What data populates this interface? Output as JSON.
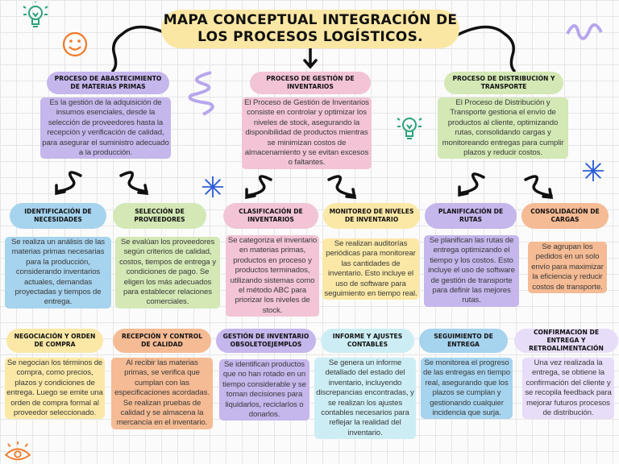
{
  "title": "MAPA CONCEPTUAL INTEGRACIÓN DE LOS PROCESOS LOGÍSTICOS.",
  "colors": {
    "title": "#fbe7a4",
    "purple": "#c5b6ec",
    "pink": "#f2c4d6",
    "green": "#d3e8b5",
    "blue": "#a6d3ee",
    "yellow": "#fbe8a6",
    "orange": "#f5bb94",
    "light_purple": "#e7ddf8",
    "cyan": "#ccedf4"
  },
  "decorations": [
    "lightbulb-icon",
    "smiley-icon",
    "eye-icon",
    "star-icon",
    "squiggle-icon"
  ],
  "processes": [
    {
      "header": "Proceso de abastecimiento de materias primas",
      "text": "Es la gestión de la adquisición de insumos esenciales, desde la selección de proveedores hasta la recepción y verificación de calidad, para asegurar el suministro adecuado a la producción."
    },
    {
      "header": "Proceso de gestión de inventarios",
      "text": "El Proceso de Gestión de Inventarios consiste en controlar y optimizar los niveles de stock, asegurando la disponibilidad de productos mientras se minimizan costos de almacenamiento y se evitan excesos o faltantes."
    },
    {
      "header": "Proceso de distribución y transporte",
      "text": "El Proceso de Distribución y Transporte gestiona el envío de productos al cliente, optimizando rutas, consolidando cargas y monitoreando entregas para cumplir plazos y reducir costos."
    }
  ],
  "row2": [
    {
      "header": "Identificación de necesidades",
      "text": "Se realiza un análisis de las materias primas necesarias para la producción, considerando inventarios actuales, demandas proyectadas y tiempos de entrega."
    },
    {
      "header": "Selección de proveedores",
      "text": "Se evalúan los proveedores según criterios de calidad, costos, tiempos de entrega y condiciones de pago. Se eligen los más adecuados para establecer relaciones comerciales."
    },
    {
      "header": "Clasificación de inventarios",
      "text": "Se categoriza el inventario en materias primas, productos en proceso y productos terminados, utilizando sistemas como el método ABC para priorizar los niveles de stock."
    },
    {
      "header": "Monitoreo de niveles de inventario",
      "text": "Se realizan auditorías periódicas para monitorear las cantidades de inventario. Esto incluye el uso de software para seguimiento en tiempo real."
    },
    {
      "header": "Planificación de rutas",
      "text": "Se planifican las rutas de entrega optimizando el tiempo y los costos. Esto incluye el uso de software de gestión de transporte para definir las mejores rutas."
    },
    {
      "header": "Consolidación de cargas",
      "text": "Se agrupan los pedidos en un solo envío para maximizar la eficiencia y reducir costos de transporte."
    }
  ],
  "row3": [
    {
      "header": "Negociación y orden de compra",
      "text": "Se negocian los términos de compra, como precios, plazos y condiciones de entrega. Luego se emite una orden de compra formal al proveedor seleccionado."
    },
    {
      "header": "Recepción y control de calidad",
      "text": "Al recibir las materias primas, se verifica que cumplan con las especificaciones acordadas. Se realizan pruebas de calidad y se almacena la mercancía en el inventario."
    },
    {
      "header": "Gestión de inventario obsoletoejemplos",
      "text": "Se identifican productos que no han rotado en un tiempo considerable y se toman decisiones para liquidarlos, reciclarlos o donarlos."
    },
    {
      "header": "Informe y ajustes contables",
      "text": "Se genera un informe detallado del estado del inventario, incluyendo discrepancias encontradas, y se realizan los ajustes contables necesarios para reflejar la realidad del inventario."
    },
    {
      "header": "Seguimiento de entrega",
      "text": "Se monitorea el progreso de las entregas en tiempo real, asegurando que los plazos se cumplan y gestionando cualquier incidencia que surja."
    },
    {
      "header": "Confirmación de entrega y retroalimentación",
      "text": "Una vez realizada la entrega, se obtiene la confirmación del cliente y se recopila feedback para mejorar futuros procesos de distribución."
    }
  ]
}
